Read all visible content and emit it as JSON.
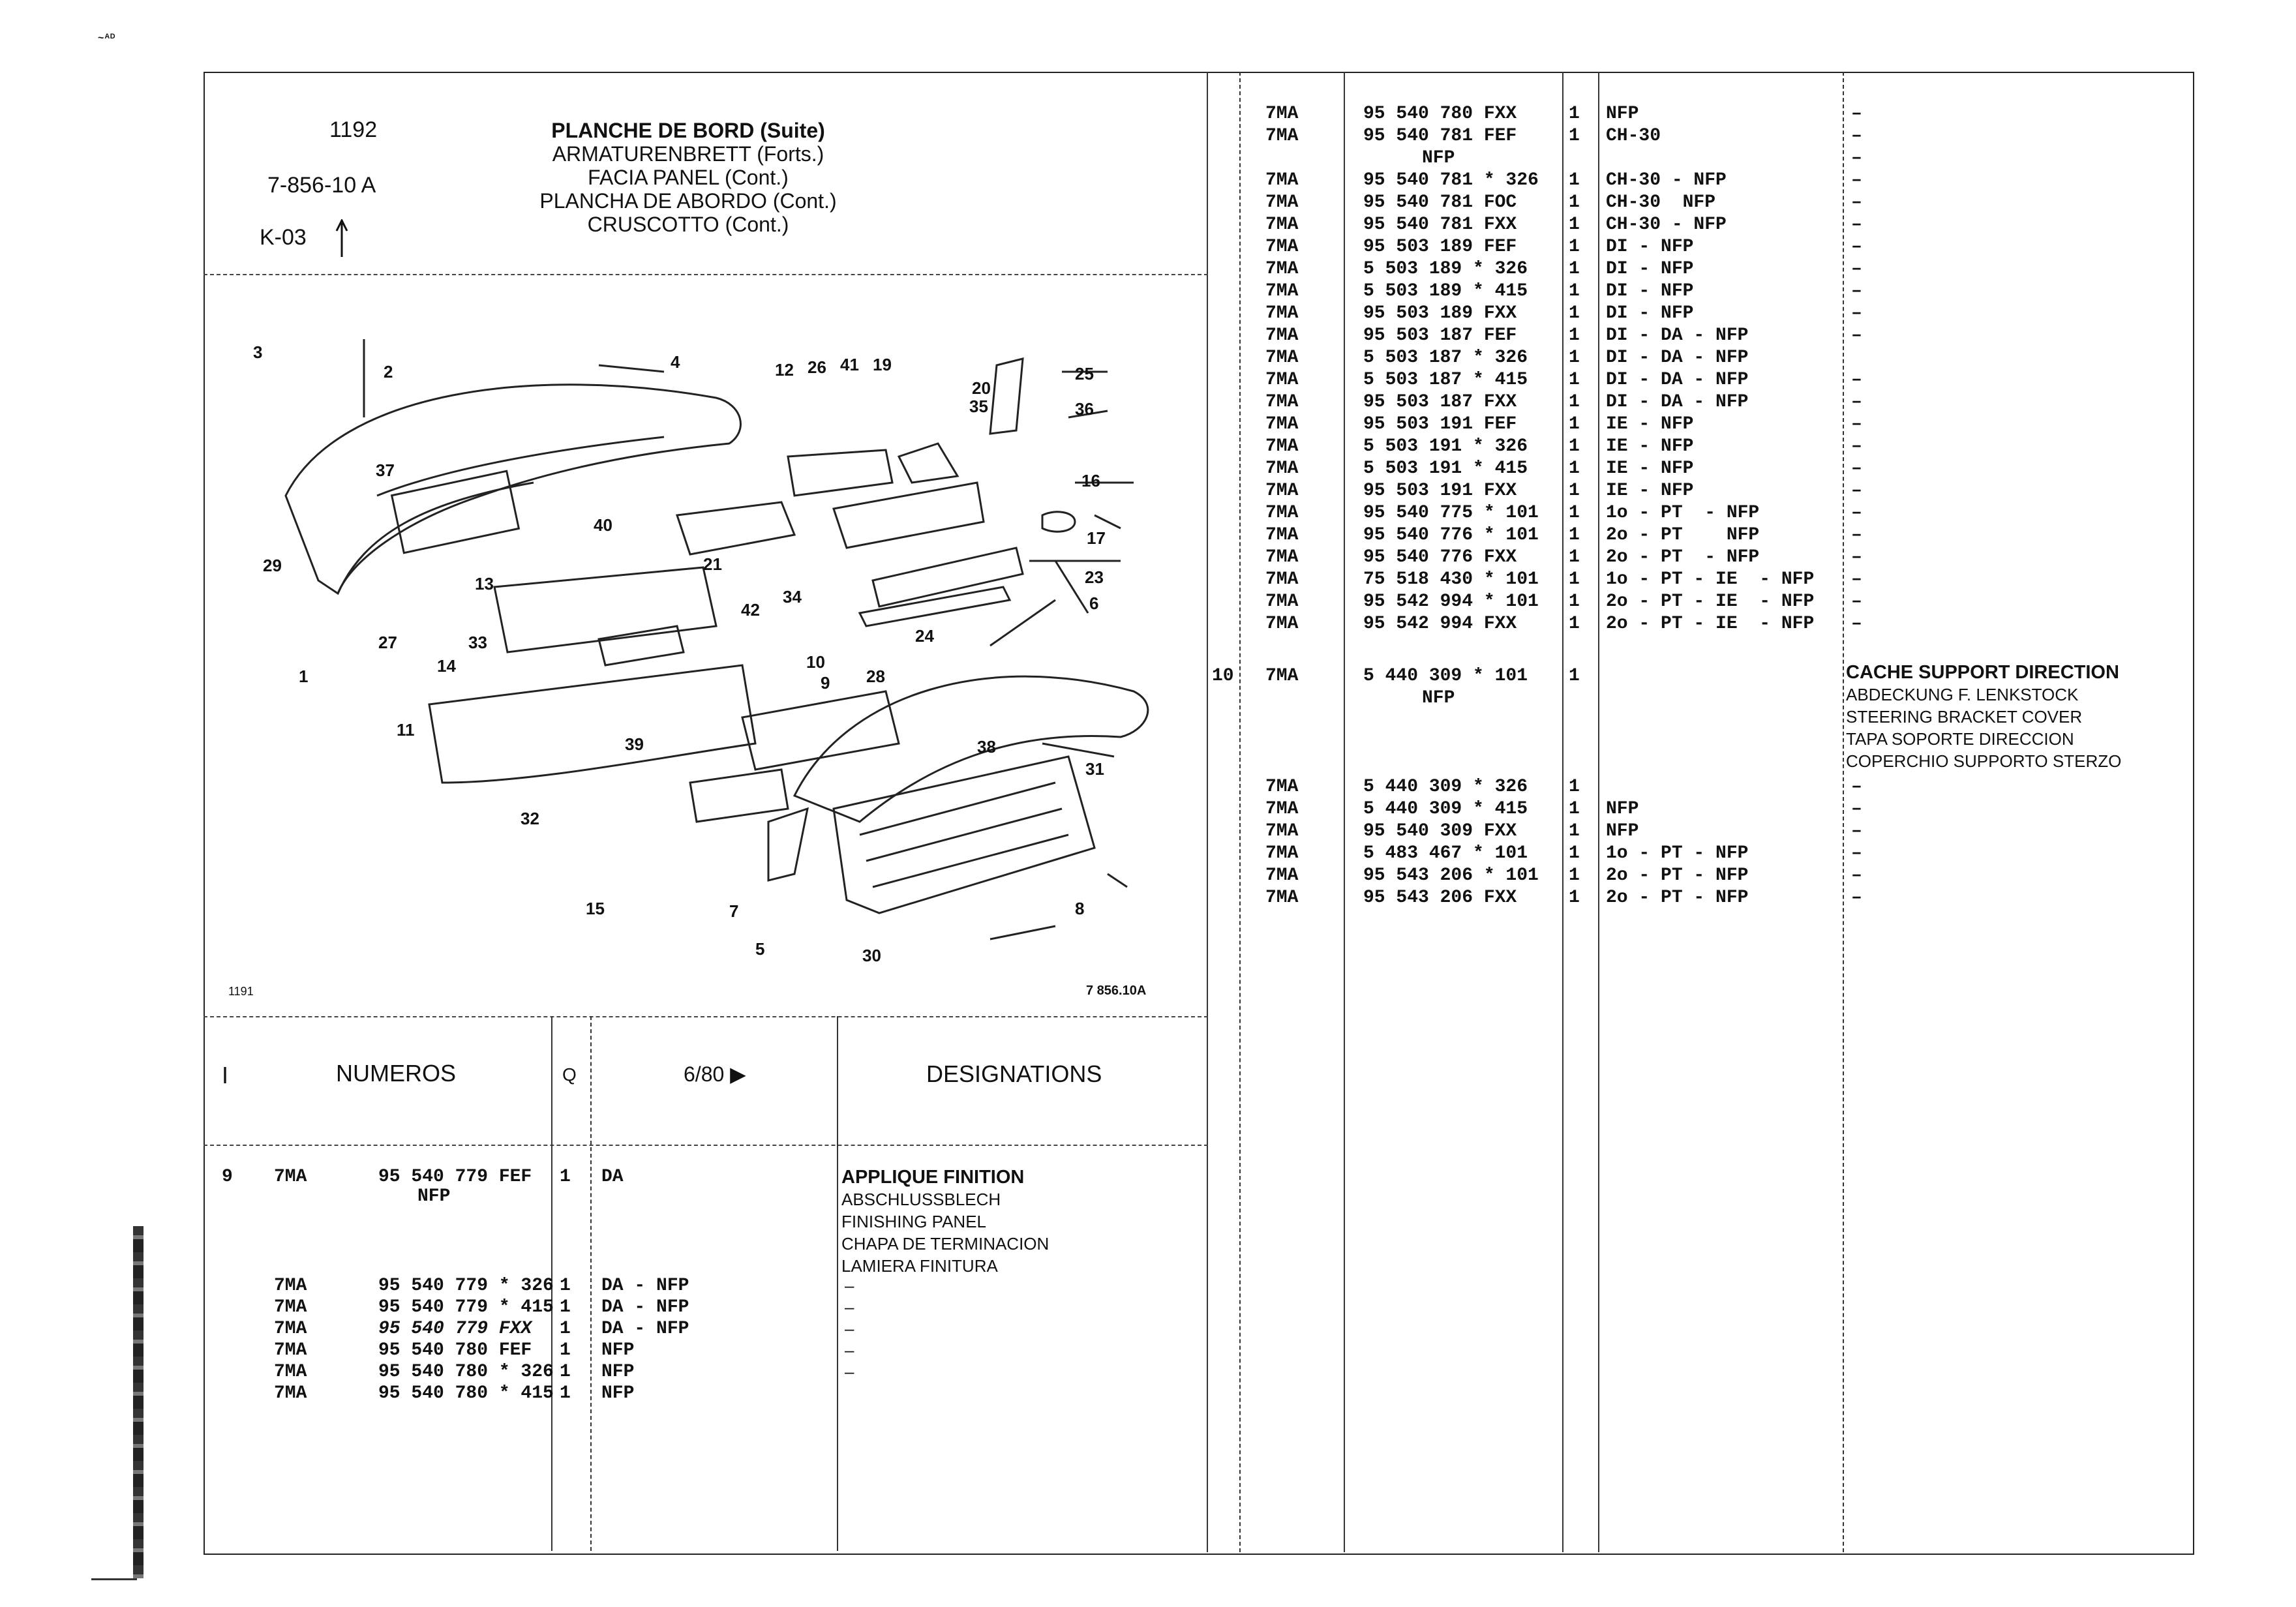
{
  "corner_mark": "~ᴬᴰ",
  "header": {
    "page_number": "1192",
    "plate_ref": "7-856-10 A",
    "section_ref": "K-03",
    "arrow_icon": "up-arrow-icon",
    "titles": [
      "PLANCHE DE BORD (Suite)",
      "ARMATURENBRETT (Forts.)",
      "FACIA PANEL (Cont.)",
      "PLANCHA DE ABORDO (Cont.)",
      "CRUSCOTTO (Cont.)"
    ]
  },
  "diagram": {
    "callouts": [
      "3",
      "2",
      "4",
      "12",
      "26",
      "41",
      "19",
      "20",
      "25",
      "35",
      "36",
      "37",
      "16",
      "40",
      "17",
      "29",
      "21",
      "13",
      "42",
      "34",
      "23",
      "6",
      "27",
      "33",
      "24",
      "1",
      "14",
      "10",
      "9",
      "28",
      "11",
      "39",
      "38",
      "31",
      "32",
      "8",
      "15",
      "7",
      "5",
      "30"
    ],
    "footer_left": "1191",
    "footer_right": "7 856.10A"
  },
  "table_header": {
    "col_index": "I",
    "col_numbers": "NUMEROS",
    "col_qty": "Q",
    "col_date": "6/80 ▶",
    "col_designations": "DESIGNATIONS"
  },
  "left_rows": [
    {
      "item": "9",
      "model": "7MA",
      "part": "95 540 779 FEF",
      "qty": "1",
      "remark": "DA"
    },
    {
      "item": "",
      "model": "",
      "part": "NFP",
      "qty": "",
      "remark": ""
    },
    {
      "item": "",
      "model": "7MA",
      "part": "95 540 779 * 326",
      "qty": "1",
      "remark": "DA - NFP"
    },
    {
      "item": "",
      "model": "7MA",
      "part": "95 540 779 * 415",
      "qty": "1",
      "remark": "DA - NFP"
    },
    {
      "item": "",
      "model": "7MA",
      "part": "95 540 779 FXX",
      "qty": "1",
      "remark": "DA - NFP"
    },
    {
      "item": "",
      "model": "7MA",
      "part": "95 540 780 FEF",
      "qty": "1",
      "remark": "NFP"
    },
    {
      "item": "",
      "model": "7MA",
      "part": "95 540 780 * 326",
      "qty": "1",
      "remark": "NFP"
    },
    {
      "item": "",
      "model": "7MA",
      "part": "95 540 780 * 415",
      "qty": "1",
      "remark": "NFP"
    }
  ],
  "left_designation": [
    "APPLIQUE FINITION",
    "ABSCHLUSSBLECH",
    "FINISHING PANEL",
    "CHAPA DE TERMINACION",
    "LAMIERA FINITURA"
  ],
  "left_dashes": [
    "–",
    "–",
    "–",
    "–",
    "–"
  ],
  "right_rows": [
    {
      "model": "7MA",
      "part": "95 540 780 FXX",
      "qty": "1",
      "remark": "NFP",
      "desc": "–"
    },
    {
      "model": "7MA",
      "part": "95 540 781 FEF",
      "qty": "1",
      "remark": "CH-30",
      "desc": "–"
    },
    {
      "model": "",
      "part": "NFP",
      "qty": "",
      "remark": "",
      "desc": "–"
    },
    {
      "model": "7MA",
      "part": "95 540 781 * 326",
      "qty": "1",
      "remark": "CH-30 - NFP",
      "desc": "–"
    },
    {
      "model": "7MA",
      "part": "95 540 781 FOC",
      "qty": "1",
      "remark": "CH-30  NFP",
      "desc": "–"
    },
    {
      "model": "7MA",
      "part": "95 540 781 FXX",
      "qty": "1",
      "remark": "CH-30 - NFP",
      "desc": "–"
    },
    {
      "model": "7MA",
      "part": "95 503 189 FEF",
      "qty": "1",
      "remark": "DI - NFP",
      "desc": "–"
    },
    {
      "model": "7MA",
      "part": "5 503 189 * 326",
      "qty": "1",
      "remark": "DI - NFP",
      "desc": "–"
    },
    {
      "model": "7MA",
      "part": "5 503 189 * 415",
      "qty": "1",
      "remark": "DI - NFP",
      "desc": "–"
    },
    {
      "model": "7MA",
      "part": "95 503 189 FXX",
      "qty": "1",
      "remark": "DI - NFP",
      "desc": "–"
    },
    {
      "model": "7MA",
      "part": "95 503 187 FEF",
      "qty": "1",
      "remark": "DI - DA - NFP",
      "desc": "–"
    },
    {
      "model": "7MA",
      "part": "5 503 187 * 326",
      "qty": "1",
      "remark": "DI - DA - NFP",
      "desc": ""
    },
    {
      "model": "7MA",
      "part": "5 503 187 * 415",
      "qty": "1",
      "remark": "DI - DA - NFP",
      "desc": "–"
    },
    {
      "model": "7MA",
      "part": "95 503 187 FXX",
      "qty": "1",
      "remark": "DI - DA - NFP",
      "desc": "–"
    },
    {
      "model": "7MA",
      "part": "95 503 191 FEF",
      "qty": "1",
      "remark": "IE - NFP",
      "desc": "–"
    },
    {
      "model": "7MA",
      "part": "5 503 191 * 326",
      "qty": "1",
      "remark": "IE - NFP",
      "desc": "–"
    },
    {
      "model": "7MA",
      "part": "5 503 191 * 415",
      "qty": "1",
      "remark": "IE - NFP",
      "desc": "–"
    },
    {
      "model": "7MA",
      "part": "95 503 191 FXX",
      "qty": "1",
      "remark": "IE - NFP",
      "desc": "–"
    },
    {
      "model": "7MA",
      "part": "95 540 775 * 101",
      "qty": "1",
      "remark": "1o - PT  - NFP",
      "desc": "–"
    },
    {
      "model": "7MA",
      "part": "95 540 776 * 101",
      "qty": "1",
      "remark": "2o - PT    NFP",
      "desc": "–"
    },
    {
      "model": "7MA",
      "part": "95 540 776 FXX",
      "qty": "1",
      "remark": "2o - PT  - NFP",
      "desc": "–"
    },
    {
      "model": "7MA",
      "part": "75 518 430 * 101",
      "qty": "1",
      "remark": "1o - PT - IE  - NFP",
      "desc": "–"
    },
    {
      "model": "7MA",
      "part": "95 542 994 * 101",
      "qty": "1",
      "remark": "2o - PT - IE  - NFP",
      "desc": "–"
    },
    {
      "model": "7MA",
      "part": "95 542 994 FXX",
      "qty": "1",
      "remark": "2o - PT - IE  - NFP",
      "desc": "–"
    }
  ],
  "right_group2": {
    "item": "10",
    "rows": [
      {
        "model": "7MA",
        "part": "5 440 309 * 101",
        "qty": "1",
        "remark": ""
      },
      {
        "model": "",
        "part": "NFP",
        "qty": "",
        "remark": ""
      }
    ],
    "designation": [
      "CACHE SUPPORT DIRECTION",
      "ABDECKUNG F. LENKSTOCK",
      "STEERING BRACKET COVER",
      "TAPA SOPORTE DIRECCION",
      "COPERCHIO SUPPORTO STERZO"
    ],
    "rows2": [
      {
        "model": "7MA",
        "part": "5 440 309 * 326",
        "qty": "1",
        "remark": "",
        "desc": "–"
      },
      {
        "model": "7MA",
        "part": "5 440 309 * 415",
        "qty": "1",
        "remark": "NFP",
        "desc": "–"
      },
      {
        "model": "7MA",
        "part": "95 540 309 FXX",
        "qty": "1",
        "remark": "NFP",
        "desc": "–"
      },
      {
        "model": "7MA",
        "part": "5 483 467 * 101",
        "qty": "1",
        "remark": "1o - PT - NFP",
        "desc": "–"
      },
      {
        "model": "7MA",
        "part": "95 543 206 * 101",
        "qty": "1",
        "remark": "2o - PT - NFP",
        "desc": "–"
      },
      {
        "model": "7MA",
        "part": "95 543 206 FXX",
        "qty": "1",
        "remark": "2o - PT - NFP",
        "desc": "–"
      }
    ]
  }
}
